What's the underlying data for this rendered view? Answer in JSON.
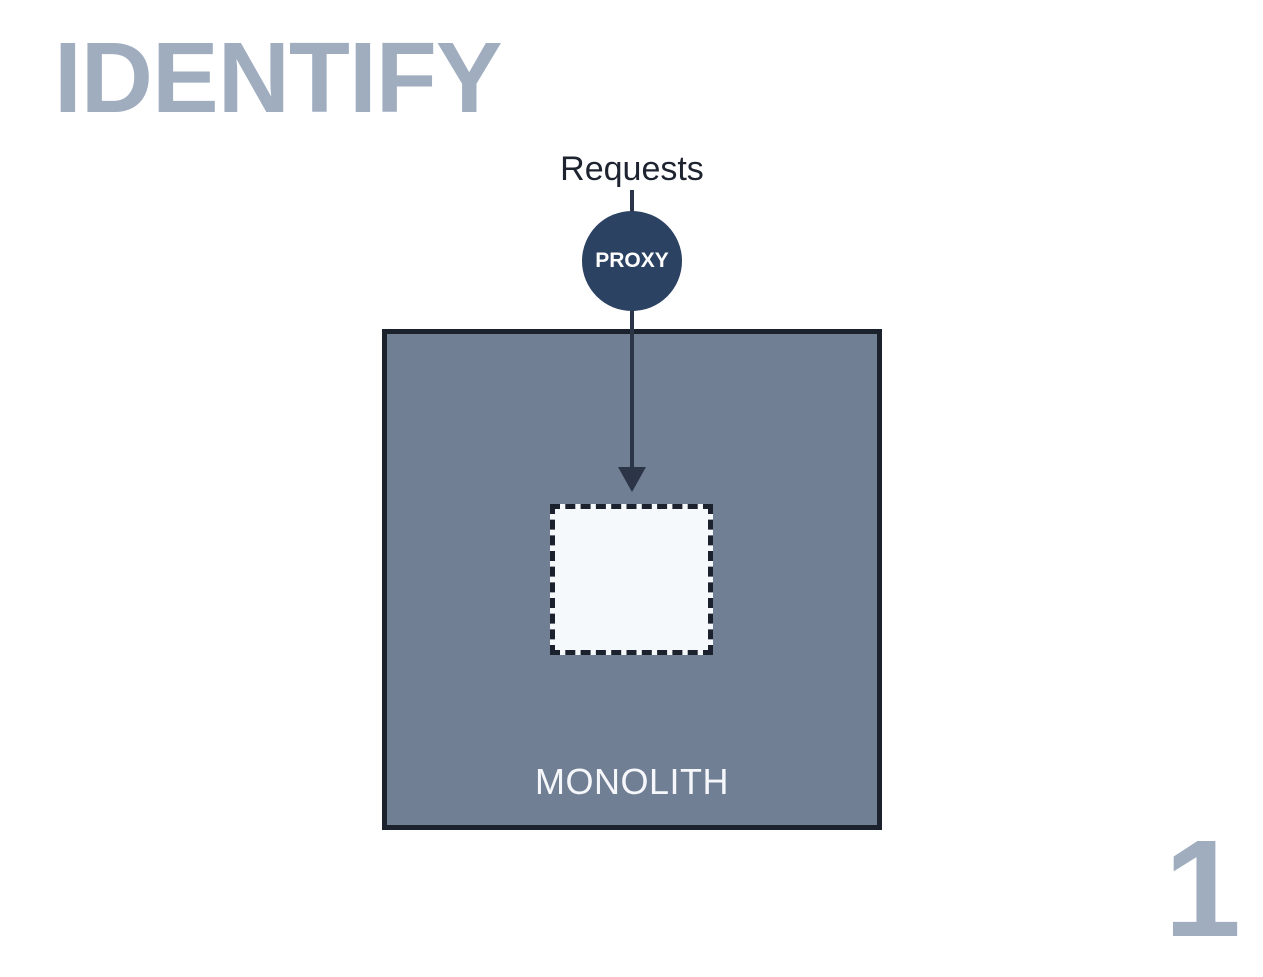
{
  "slide": {
    "title": "IDENTIFY",
    "page_number": "1"
  },
  "diagram": {
    "input_label": "Requests",
    "proxy": {
      "label": "PROXY",
      "shape": "circle",
      "color": "#2c4263"
    },
    "container": {
      "label": "MONOLITH",
      "fill_color": "#717f95",
      "border_color": "#1b212d"
    },
    "target_component": {
      "label": "",
      "style": "dashed",
      "fill_color": "#f5f9fc"
    },
    "edges": [
      {
        "from": "Requests",
        "to": "PROXY",
        "style": "line"
      },
      {
        "from": "PROXY",
        "to": "target_component",
        "style": "arrow"
      }
    ]
  },
  "colors": {
    "title": "#a0adbf",
    "text_dark": "#1e2330",
    "connector": "#2c3547"
  }
}
